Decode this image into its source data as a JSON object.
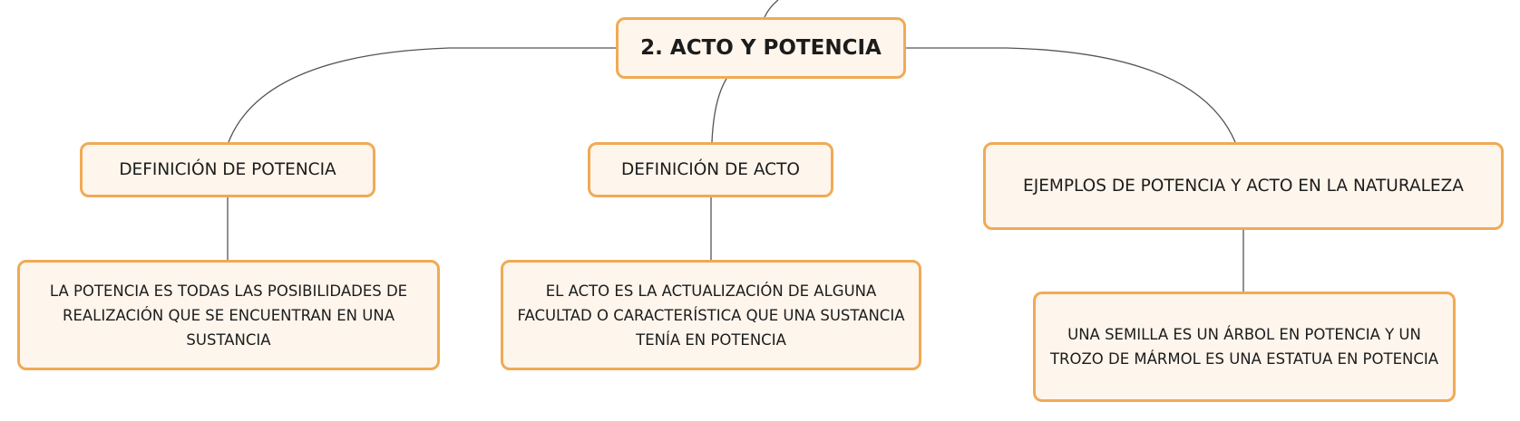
{
  "colors": {
    "node_fill": "#fef5ec",
    "node_border": "#f0aa55",
    "connector": "#555555",
    "text": "#1c1c1c"
  },
  "nodes": {
    "root": "2. ACTO Y POTENCIA",
    "potencia_definition": "DEFINICIÓN DE POTENCIA",
    "acto_definition": "DEFINICIÓN DE ACTO",
    "examples": "EJEMPLOS DE POTENCIA Y ACTO EN LA NATURALEZA",
    "potencia_text": "LA POTENCIA ES TODAS LAS POSIBILIDADES DE REALIZACIÓN QUE SE ENCUENTRAN EN UNA SUSTANCIA",
    "acto_text": "EL ACTO ES LA ACTUALIZACIÓN DE ALGUNA FACULTAD O CARACTERÍSTICA QUE UNA SUSTANCIA TENÍA EN POTENCIA",
    "examples_text": "UNA SEMILLA ES UN ÁRBOL EN POTENCIA Y UN TROZO DE MÁRMOL ES UNA ESTATUA EN POTENCIA"
  },
  "edges": [
    {
      "from": "root",
      "to": "potencia_definition"
    },
    {
      "from": "root",
      "to": "acto_definition"
    },
    {
      "from": "root",
      "to": "examples"
    },
    {
      "from": "potencia_definition",
      "to": "potencia_text"
    },
    {
      "from": "acto_definition",
      "to": "acto_text"
    },
    {
      "from": "examples",
      "to": "examples_text"
    }
  ]
}
